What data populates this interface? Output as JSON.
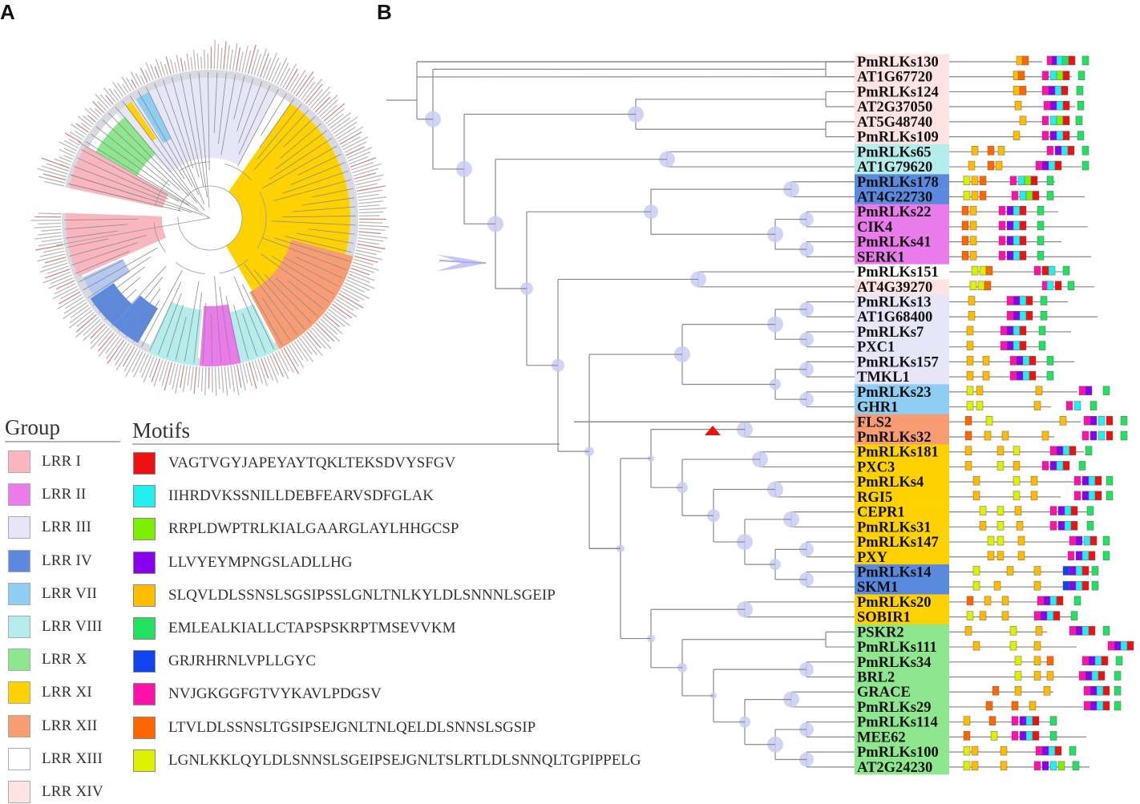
{
  "panels": {
    "a": "A",
    "b": "B"
  },
  "group_legend": {
    "title": "Group",
    "items": [
      {
        "label": "LRR I",
        "color": "#f9b6bf"
      },
      {
        "label": "LRR II",
        "color": "#ea7bea"
      },
      {
        "label": "LRR III",
        "color": "#e6e6f8"
      },
      {
        "label": "LRR IV",
        "color": "#5b89e0"
      },
      {
        "label": "LRR VII",
        "color": "#8fcdf3"
      },
      {
        "label": "LRR VIII",
        "color": "#b5ecec"
      },
      {
        "label": "LRR X",
        "color": "#8ee68e"
      },
      {
        "label": "LRR XI",
        "color": "#fed200"
      },
      {
        "label": "LRR XII",
        "color": "#f89c74"
      },
      {
        "label": "LRR XIII",
        "color": "#ffffff"
      },
      {
        "label": "LRR XIV",
        "color": "#fde3e1"
      }
    ]
  },
  "motif_legend": {
    "title": "Motifs",
    "items": [
      {
        "label": "VAGTVGYJAPEYAYTQKLTEKSDVYSFGV",
        "color": "#ee1111"
      },
      {
        "label": "IIHRDVKSSNILLDEBFEARVSDFGLAK",
        "color": "#22f0f0"
      },
      {
        "label": "RRPLDWPTRLKIALGAARGLAYLHHGCSP",
        "color": "#7cf000"
      },
      {
        "label": "LLVYEYMPNGSLADLLHG",
        "color": "#8800ee"
      },
      {
        "label": "SLQVLDLSSNSLSGSIPSSLGNLTNLKYLDLSNNNLSGEIP",
        "color": "#ffbb00"
      },
      {
        "label": "EMLEALKIALLCTAPSPSKRPTMSEVVKM",
        "color": "#22e060"
      },
      {
        "label": "GRJRHRNLVPLLGYC",
        "color": "#1144ee"
      },
      {
        "label": "NVJGKGGFGTVYKAVLPDGSV",
        "color": "#ff11aa"
      },
      {
        "label": "LTVLDLSSNSLTGSIPSEJGNLTNLQELDLSNNSLSGSIP",
        "color": "#ff6600"
      },
      {
        "label": "LGNLKKLQYLDLSNNSLSGEIPSEJGNLTSLRTLDLSNNQLTGPIPPELG",
        "color": "#ddf000"
      }
    ]
  },
  "tree": {
    "leaves": [
      {
        "label": "PmRLKs130",
        "group": "LRR XIV"
      },
      {
        "label": "AT1G67720",
        "group": "LRR XIV"
      },
      {
        "label": "PmRLKs124",
        "group": "LRR XIV"
      },
      {
        "label": "AT2G37050",
        "group": "LRR XIV"
      },
      {
        "label": "AT5G48740",
        "group": "LRR XIV"
      },
      {
        "label": "PmRLKs109",
        "group": "LRR XIV"
      },
      {
        "label": "PmRLKs65",
        "group": "LRR VIII"
      },
      {
        "label": "AT1G79620",
        "group": "LRR VIII"
      },
      {
        "label": "PmRLKs178",
        "group": "LRR IV"
      },
      {
        "label": "AT4G22730",
        "group": "LRR IV"
      },
      {
        "label": "PmRLKs22",
        "group": "LRR II"
      },
      {
        "label": "CIK4",
        "group": "LRR II"
      },
      {
        "label": "PmRLKs41",
        "group": "LRR II"
      },
      {
        "label": "SERK1",
        "group": "LRR II"
      },
      {
        "label": "PmRLKs151",
        "group": "LRR XIII"
      },
      {
        "label": "AT4G39270",
        "group": "LRR XIV"
      },
      {
        "label": "PmRLKs13",
        "group": "LRR III"
      },
      {
        "label": "AT1G68400",
        "group": "LRR III"
      },
      {
        "label": "PmRLKs7",
        "group": "LRR III"
      },
      {
        "label": "PXC1",
        "group": "LRR III"
      },
      {
        "label": "PmRLKs157",
        "group": "LRR III"
      },
      {
        "label": "TMKL1",
        "group": "LRR III"
      },
      {
        "label": "PmRLKs23",
        "group": "LRR VII"
      },
      {
        "label": "GHR1",
        "group": "LRR VII"
      },
      {
        "label": "FLS2",
        "group": "LRR XII"
      },
      {
        "label": "PmRLKs32",
        "group": "LRR XII"
      },
      {
        "label": "PmRLKs181",
        "group": "LRR XI"
      },
      {
        "label": "PXC3",
        "group": "LRR XI"
      },
      {
        "label": "PmRLKs4",
        "group": "LRR XI"
      },
      {
        "label": "RGI5",
        "group": "LRR XI"
      },
      {
        "label": "CEPR1",
        "group": "LRR XI"
      },
      {
        "label": "PmRLKs31",
        "group": "LRR XI"
      },
      {
        "label": "PmRLKs147",
        "group": "LRR XI"
      },
      {
        "label": "PXY",
        "group": "LRR XI"
      },
      {
        "label": "PmRLKs14",
        "group": "LRR IV"
      },
      {
        "label": "SKM1",
        "group": "LRR IV"
      },
      {
        "label": "PmRLKs20",
        "group": "LRR XI"
      },
      {
        "label": "SOBIR1",
        "group": "LRR XI"
      },
      {
        "label": "PSKR2",
        "group": "LRR X"
      },
      {
        "label": "PmRLKs111",
        "group": "LRR X"
      },
      {
        "label": "PmRLKs34",
        "group": "LRR X"
      },
      {
        "label": "BRL2",
        "group": "LRR X"
      },
      {
        "label": "GRACE",
        "group": "LRR X"
      },
      {
        "label": "PmRLKs29",
        "group": "LRR X"
      },
      {
        "label": "PmRLKs114",
        "group": "LRR X"
      },
      {
        "label": "MEE62",
        "group": "LRR X"
      },
      {
        "label": "PmRLKs100",
        "group": "LRR X"
      },
      {
        "label": "AT2G24230",
        "group": "LRR X"
      }
    ]
  }
}
